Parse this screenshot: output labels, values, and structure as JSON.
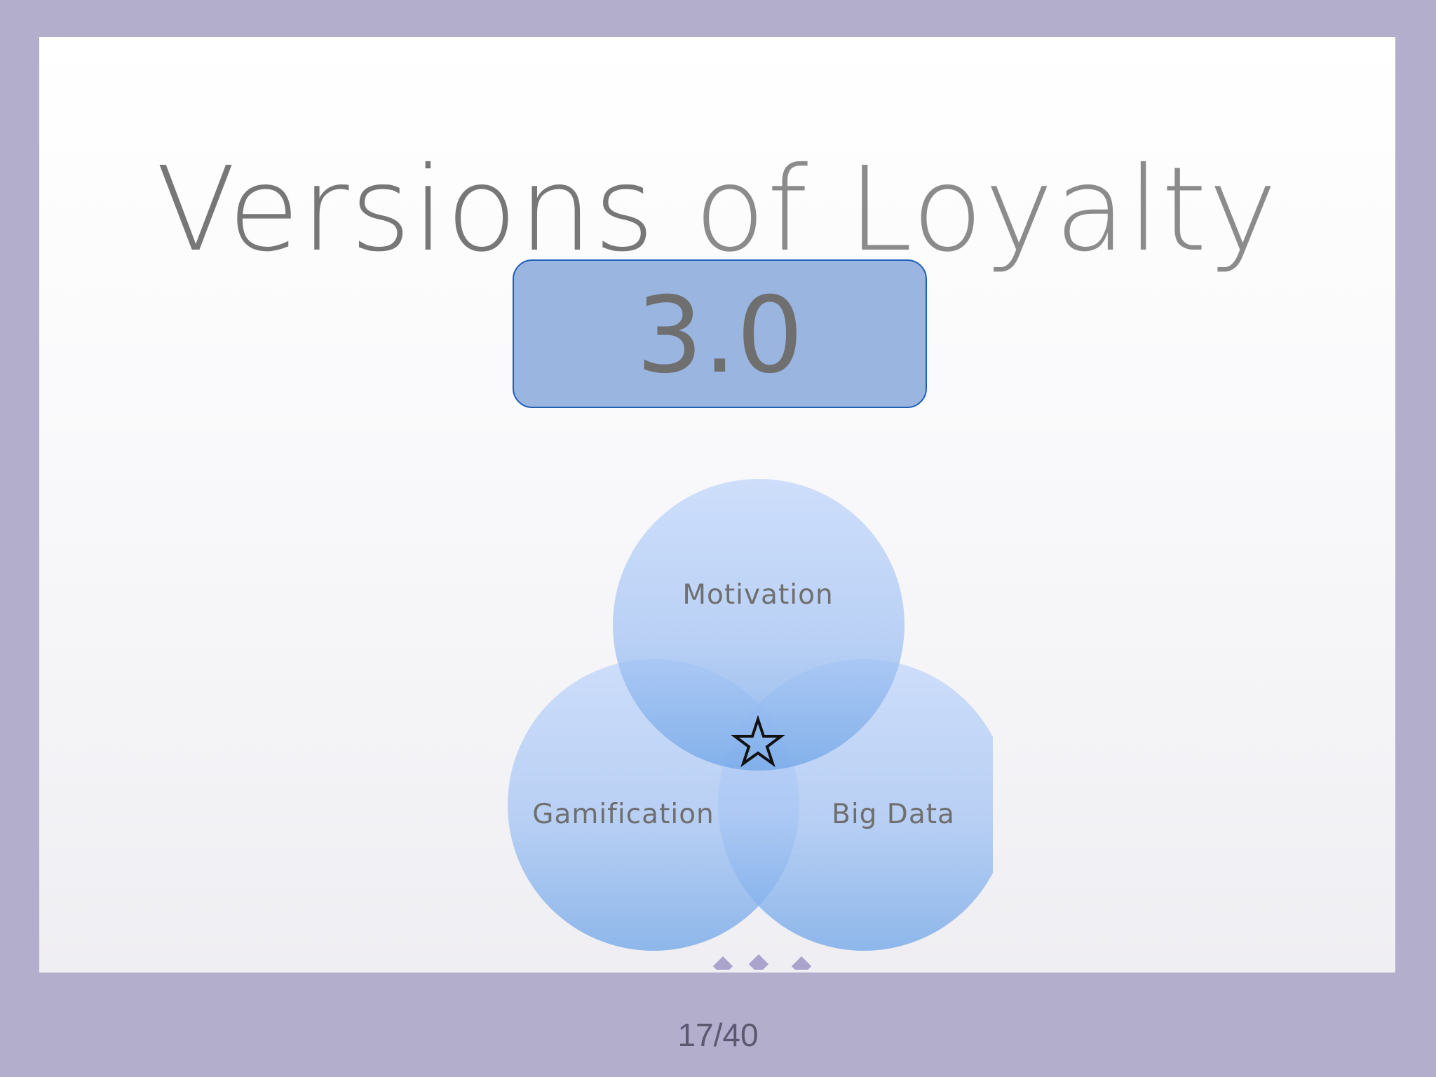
{
  "slide": {
    "title_part1": "Versions ",
    "title_part2": "of Loyalty",
    "version": "3.0",
    "venn": {
      "top": "Motivation",
      "left": "Gamification",
      "right": "Big Data"
    },
    "center_icon": "star-icon",
    "navigation_icons": [
      "diamond-icon",
      "diamond-icon",
      "diamond-icon"
    ],
    "colors": {
      "circle": "#a9c6f4",
      "circle_dark": "#6aa1e6",
      "version_box": "#9ab6e0",
      "version_border": "#1f5fb6",
      "frame": "#b4aecd",
      "diamond": "#aaa3cc"
    }
  },
  "page_counter": "17/40"
}
